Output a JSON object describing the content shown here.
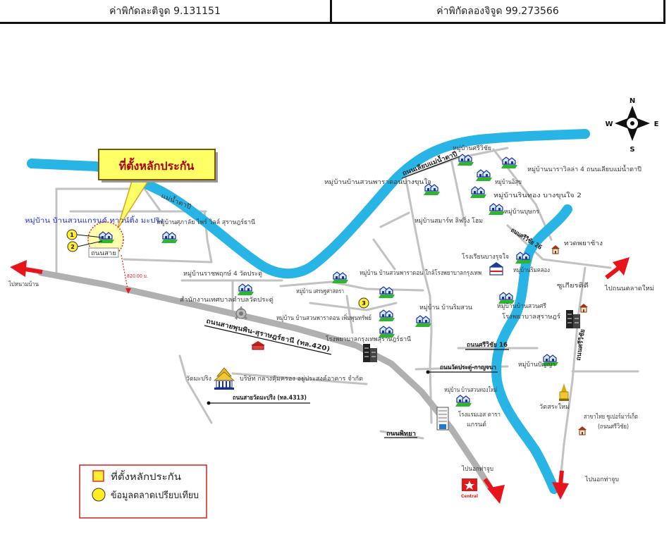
{
  "header": {
    "latitude": "ค่าพิกัดละติจูด 9.131151",
    "longitude": "ค่าพิกัดลองจิจูด 99.273566"
  },
  "callout": {
    "label": "ที่ตั้งหลักประกัน"
  },
  "compass": {
    "n": "N",
    "s": "S",
    "e": "E",
    "w": "W"
  },
  "markers": {
    "m1": "1",
    "m2": "2",
    "m3": "3"
  },
  "distance": "820.00 ม.",
  "labels": {
    "village_left": "หมู่บ้าน บ้านสวนแกรนด์ ทาวน์ติ้ง มะปริง",
    "road_local": "ถนนสาย",
    "river_tapi": "แม่น้ำตาปี",
    "supalai": "หมู่บ้านศุภาลัย ไพร์ วิลล์ สุราษฎร์ธานี",
    "to_left": "ไปหนามบ้าน",
    "ratchaphruek": "หมู่บ้านราชพฤกษ์ 4 วัดประดู่",
    "municipality": "สำนักงานเทศบาลตำบลวัดประดู่",
    "setthi": "หมู่บ้าน เศรษฐศาสตรา",
    "suan_mid": "หมู่บ้าน บ้านสวนพาราดอน ใกล้โรงพยาบาลกรุงเทพ",
    "suan_lower": "หมู่บ้าน บ้านสวนพาราดอน เพิ่มพูนทรัพย์",
    "highway": "ถนนสายพุนพิน-สุราษฎร์ธานี (ทล.420)",
    "bkk_hospital": "โรงพยาบาลกรุงเทพสุราษฎร์ธานี",
    "rimsuan": "หมู่บ้าน บ้านริมสวน",
    "wat_maprang": "วัดมะปริง",
    "company": "บริษัท กลางคุ้มครอง อยู่ประสงค์อาคาร จำกัด",
    "road_4313": "ถนนสายวัดมะปริง (ทล.4313)",
    "road_watpradu": "ถนนวัดประดู่-กาญจนา",
    "village_hotel": "หมู่บ้าน บ้านสวนทองใหม่",
    "hotel_1": "โรงแรมเอส ดารา",
    "hotel_2": "แกรนด์",
    "road_phitthaya": "ถนนพิทยา",
    "to_thachup_left": "ไปนอกท่าจูบ",
    "central": "Central",
    "to_thachup_right": "ไปนอกท่าจูบ",
    "supermarket_1": "สาขาไทย ซูเปอร์มาร์เก็ต",
    "supermarket_2": "(ถนนศรีวิชัย)",
    "wat_sramai": "วัดสระใหม่",
    "punya": "หมู่บ้านปัญญา",
    "sriwichai_road": "ถนนศรีวิชัย",
    "soi16": "ถนนศรีวิชัย 16",
    "surat_hospital": "โรงพยาบาลสุราษฎร์",
    "suansri": "หมู่บ้านบ้านสวนศรี",
    "youdee": "ซูเกียรติดี",
    "to_market": "ไปถนนตลาดใหม่",
    "thuat": "ทวดพยาช้าง",
    "school": "โรงเรียนบางรุจใจ",
    "rimklong": "หมู่บ้านริมคลอง",
    "soi26": "ถนนศรีวิชัย 26",
    "bussakorn": "หมู่บ้านบุษกร",
    "smart": "หมู่บ้านสมาร์ท ลิฟวิ่ง โฮม",
    "paradon_top": "หมู่บ้านบ้านสวนพาราดอนบางขุนใจ",
    "riverside_road": "ถนนเลียบแม่น้ำตาปี",
    "sriwichai_village": "หมู่บ้านศรีวิชัย",
    "nara": "หมู่บ้านนาราวิลล่า 4 ถนนเลียบแม่น้ำตาปี",
    "isuk": "หมู่บ้านอิสุข",
    "rinthong": "หมู่บ้านรินทอง บางขุนใจ 2"
  },
  "legend": {
    "collateral": "ที่ตั้งหลักประกัน",
    "comparable": "ข้อมูลตลาดเปรียบเทียบ"
  },
  "colors": {
    "river": "#29b4e6",
    "arrow": "#e8141c",
    "callout": "#ffff66",
    "road": "#c2c2c2",
    "highway": "#b0b0b0"
  }
}
